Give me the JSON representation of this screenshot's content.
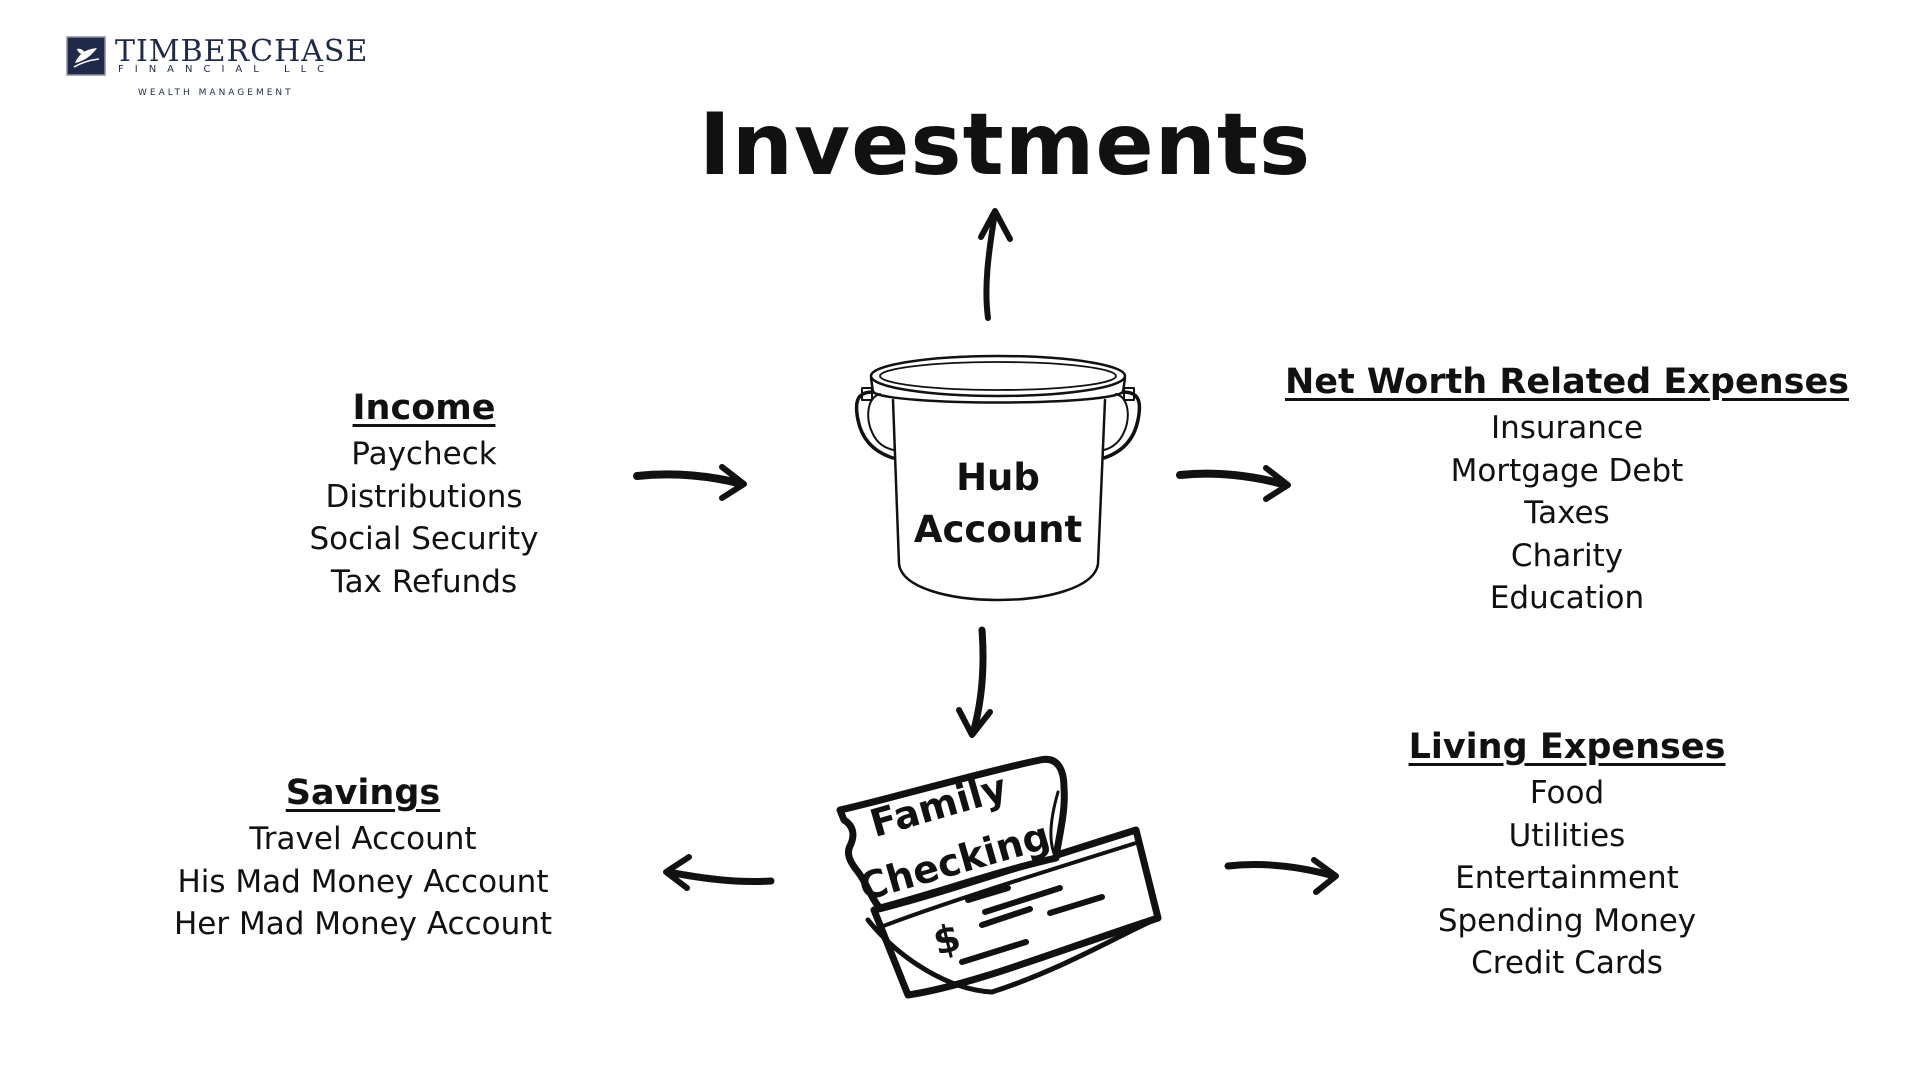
{
  "logo": {
    "name": "TIMBERCHASE",
    "sub": "FINANCIAL LLC",
    "tagline": "WEALTH MANAGEMENT",
    "color": "#1f2a4a"
  },
  "title": "Investments",
  "hub": {
    "line1": "Hub",
    "line2": "Account"
  },
  "checking": {
    "line1": "Family",
    "line2": "Checking",
    "symbol": "$"
  },
  "income": {
    "heading": "Income",
    "items": [
      "Paycheck",
      "Distributions",
      "Social Security",
      "Tax Refunds"
    ]
  },
  "net_worth": {
    "heading": "Net Worth Related Expenses",
    "items": [
      "Insurance",
      "Mortgage Debt",
      "Taxes",
      "Charity",
      "Education"
    ]
  },
  "savings": {
    "heading": "Savings",
    "items": [
      "Travel Account",
      "His Mad Money Account",
      "Her Mad Money Account"
    ]
  },
  "living": {
    "heading": "Living Expenses",
    "items": [
      "Food",
      "Utilities",
      "Entertainment",
      "Spending Money",
      "Credit Cards"
    ]
  }
}
